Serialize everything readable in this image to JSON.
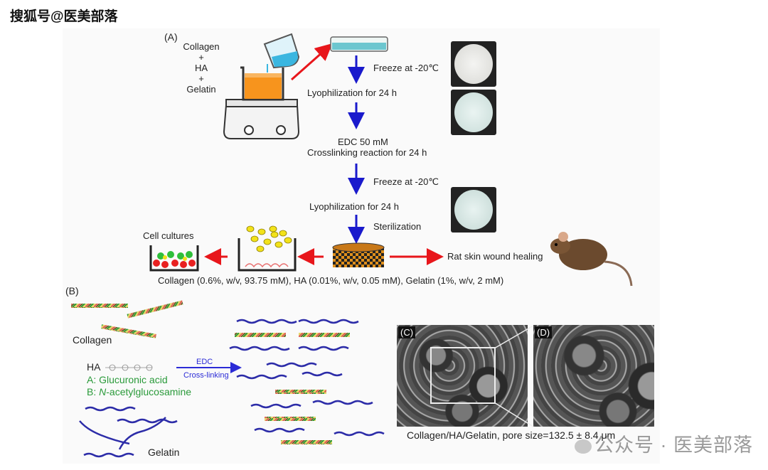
{
  "watermarks": {
    "top": "搜狐号@医美部落",
    "bottom": "公众号 · 医美部落"
  },
  "panel_a": {
    "label": "(A)",
    "ingredients": [
      "Collagen",
      "+",
      "HA",
      "+",
      "Gelatin"
    ],
    "steps": {
      "freeze_1": "Freeze at -20℃",
      "lyophilization_1": "Lyophilization for 24 h",
      "edc": "EDC 50 mM",
      "crosslinking": "Crosslinking reaction for 24 h",
      "freeze_2": "Freeze at -20℃",
      "lyophilization_2": "Lyophilization for 24 h",
      "sterilization": "Sterilization"
    },
    "cell_cultures": "Cell cultures",
    "rat": "Rat skin wound healing",
    "composition": "Collagen (0.6%, w/v, 93.75 mM), HA (0.01%, w/v, 0.05 mM), Gelatin (1%, w/v, 2 mM)"
  },
  "panel_b": {
    "label": "(B)",
    "collagen": "Collagen",
    "ha": "HA",
    "a_unit": "A: Glucuronic acid",
    "b_unit_prefix": "B: ",
    "b_unit_italic": "N",
    "b_unit_rest": "-acetylglucosamine",
    "gelatin": "Gelatin",
    "arrow_top": "EDC",
    "arrow_bottom": "Cross-linking"
  },
  "panel_c": {
    "label": "(C)"
  },
  "panel_d": {
    "label": "(D)"
  },
  "sem_caption": "Collagen/HA/Gelatin,  pore size=132.5 ± 8.4 μm",
  "colors": {
    "arrow_red": "#e8161b",
    "arrow_blue": "#1a1acc",
    "beaker_orange": "#f7941d",
    "green_text": "#2a9a3a",
    "blue_text": "#2b2bd6"
  }
}
